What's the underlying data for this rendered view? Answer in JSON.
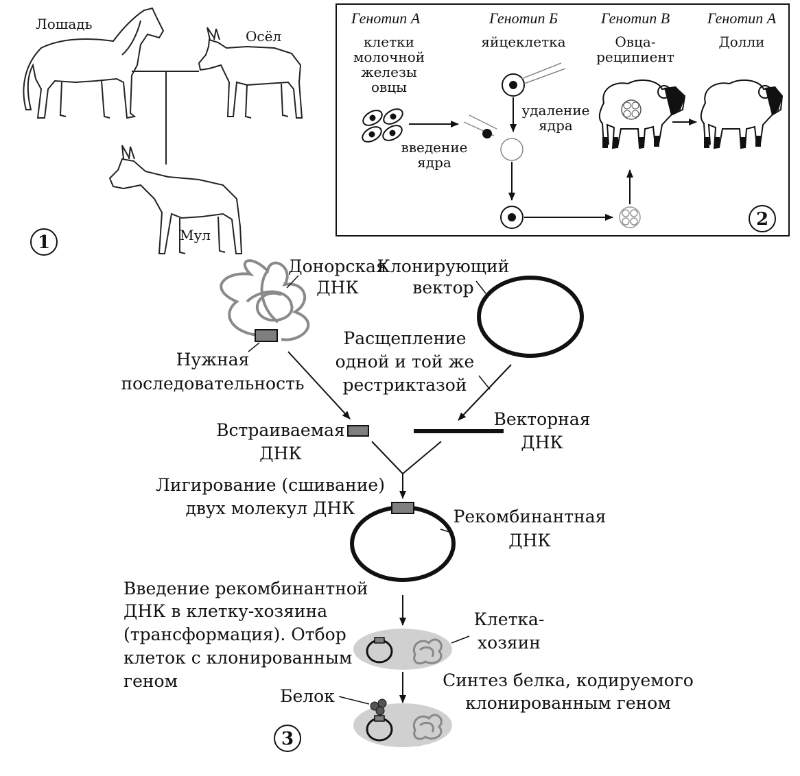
{
  "panel1": {
    "horse": "Лошадь",
    "donkey": "Осёл",
    "mule": "Мул",
    "number": "1"
  },
  "panel2": {
    "genotype_a": "Генотип А",
    "genotype_b": "Генотип Б",
    "genotype_v": "Генотип В",
    "genotype_a2": "Генотип А",
    "mammary_cells": [
      "клетки",
      "молочной",
      "железы",
      "овцы"
    ],
    "egg_cell": "яйцеклетка",
    "recipient": [
      "Овца-",
      "реципиент"
    ],
    "dolly": "Долли",
    "enucleation": [
      "удаление",
      "ядра"
    ],
    "nucleus_insertion": [
      "введение",
      "ядра"
    ],
    "number": "2"
  },
  "panel3": {
    "donor_dna": [
      "Донорская",
      "ДНК"
    ],
    "cloning_vector": [
      "Клонирующий",
      "вектор"
    ],
    "needed_sequence": [
      "Нужная",
      "последовательность"
    ],
    "cleavage": [
      "Расщепление",
      "одной и той же",
      "рестриктазой"
    ],
    "insert_dna": [
      "Встраиваемая",
      "ДНК"
    ],
    "vector_dna": [
      "Векторная",
      "ДНК"
    ],
    "ligation": [
      "Лигирование (сшивание)",
      "двух молекул ДНК"
    ],
    "recombinant_dna": [
      "Рекомбинантная",
      "ДНК"
    ],
    "transformation": [
      "Введение рекомбинантной",
      "ДНК в клетку-хозяина",
      "(трансформация). Отбор",
      "клеток с клонированным",
      "геном"
    ],
    "host_cell": [
      "Клетка-",
      "хозяин"
    ],
    "protein": "Белок",
    "protein_synthesis": [
      "Синтез белка, кодируемого",
      "клонированным геном"
    ],
    "number": "3"
  },
  "colors": {
    "insert_fill": "#7f7f7f",
    "host_cell_fill": "#d0d0d0",
    "ink": "#111111"
  }
}
